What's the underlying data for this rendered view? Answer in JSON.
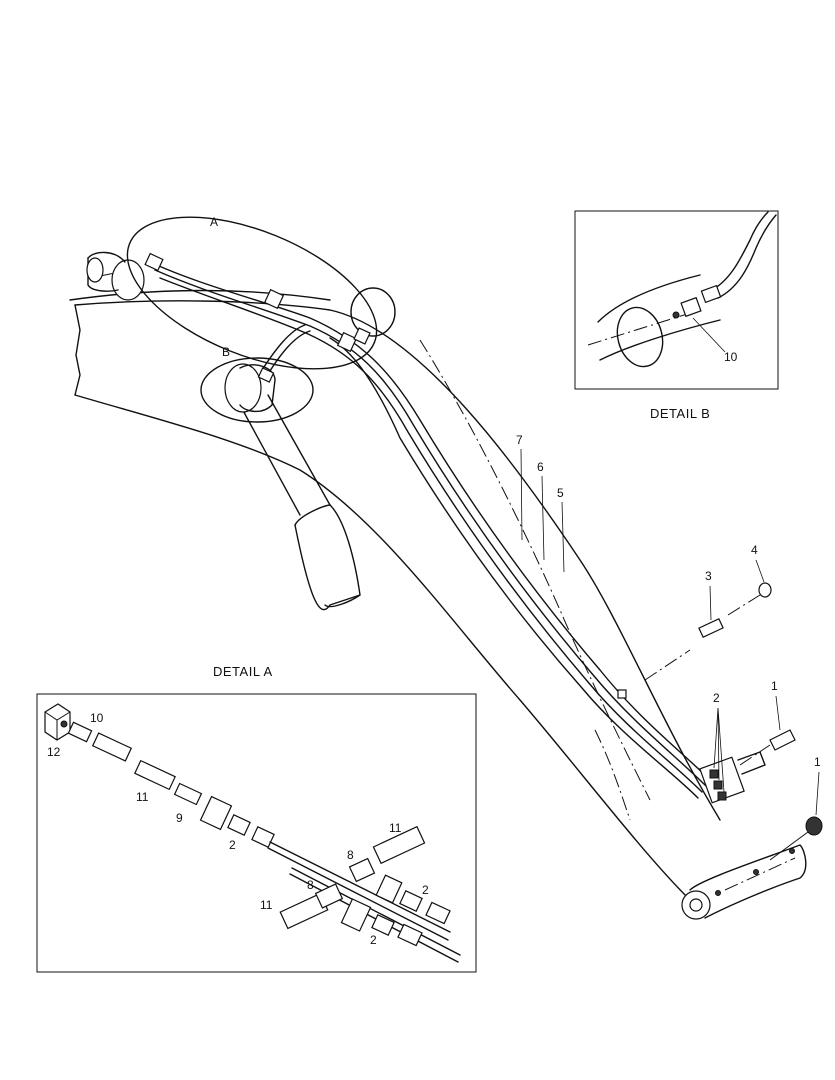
{
  "captions": {
    "detail_a": "DETAIL  A",
    "detail_b": "DETAIL  B"
  },
  "view_markers": {
    "a": "A",
    "b": "B"
  },
  "callouts": {
    "c7": "7",
    "c6": "6",
    "c5": "5",
    "c4": "4",
    "c3": "3",
    "c2_main": "2",
    "c1_upper": "1",
    "c1_lower": "1",
    "b_c10": "10",
    "a_c10": "10",
    "a_c12": "12",
    "a_c11_top": "11",
    "a_c9": "9",
    "a_c2_upper": "2",
    "a_c11_mid": "11",
    "a_c8_upper": "8",
    "a_c8_lower": "8",
    "a_c11_lower": "11",
    "a_c2_mid": "2",
    "a_c2_lower": "2"
  }
}
